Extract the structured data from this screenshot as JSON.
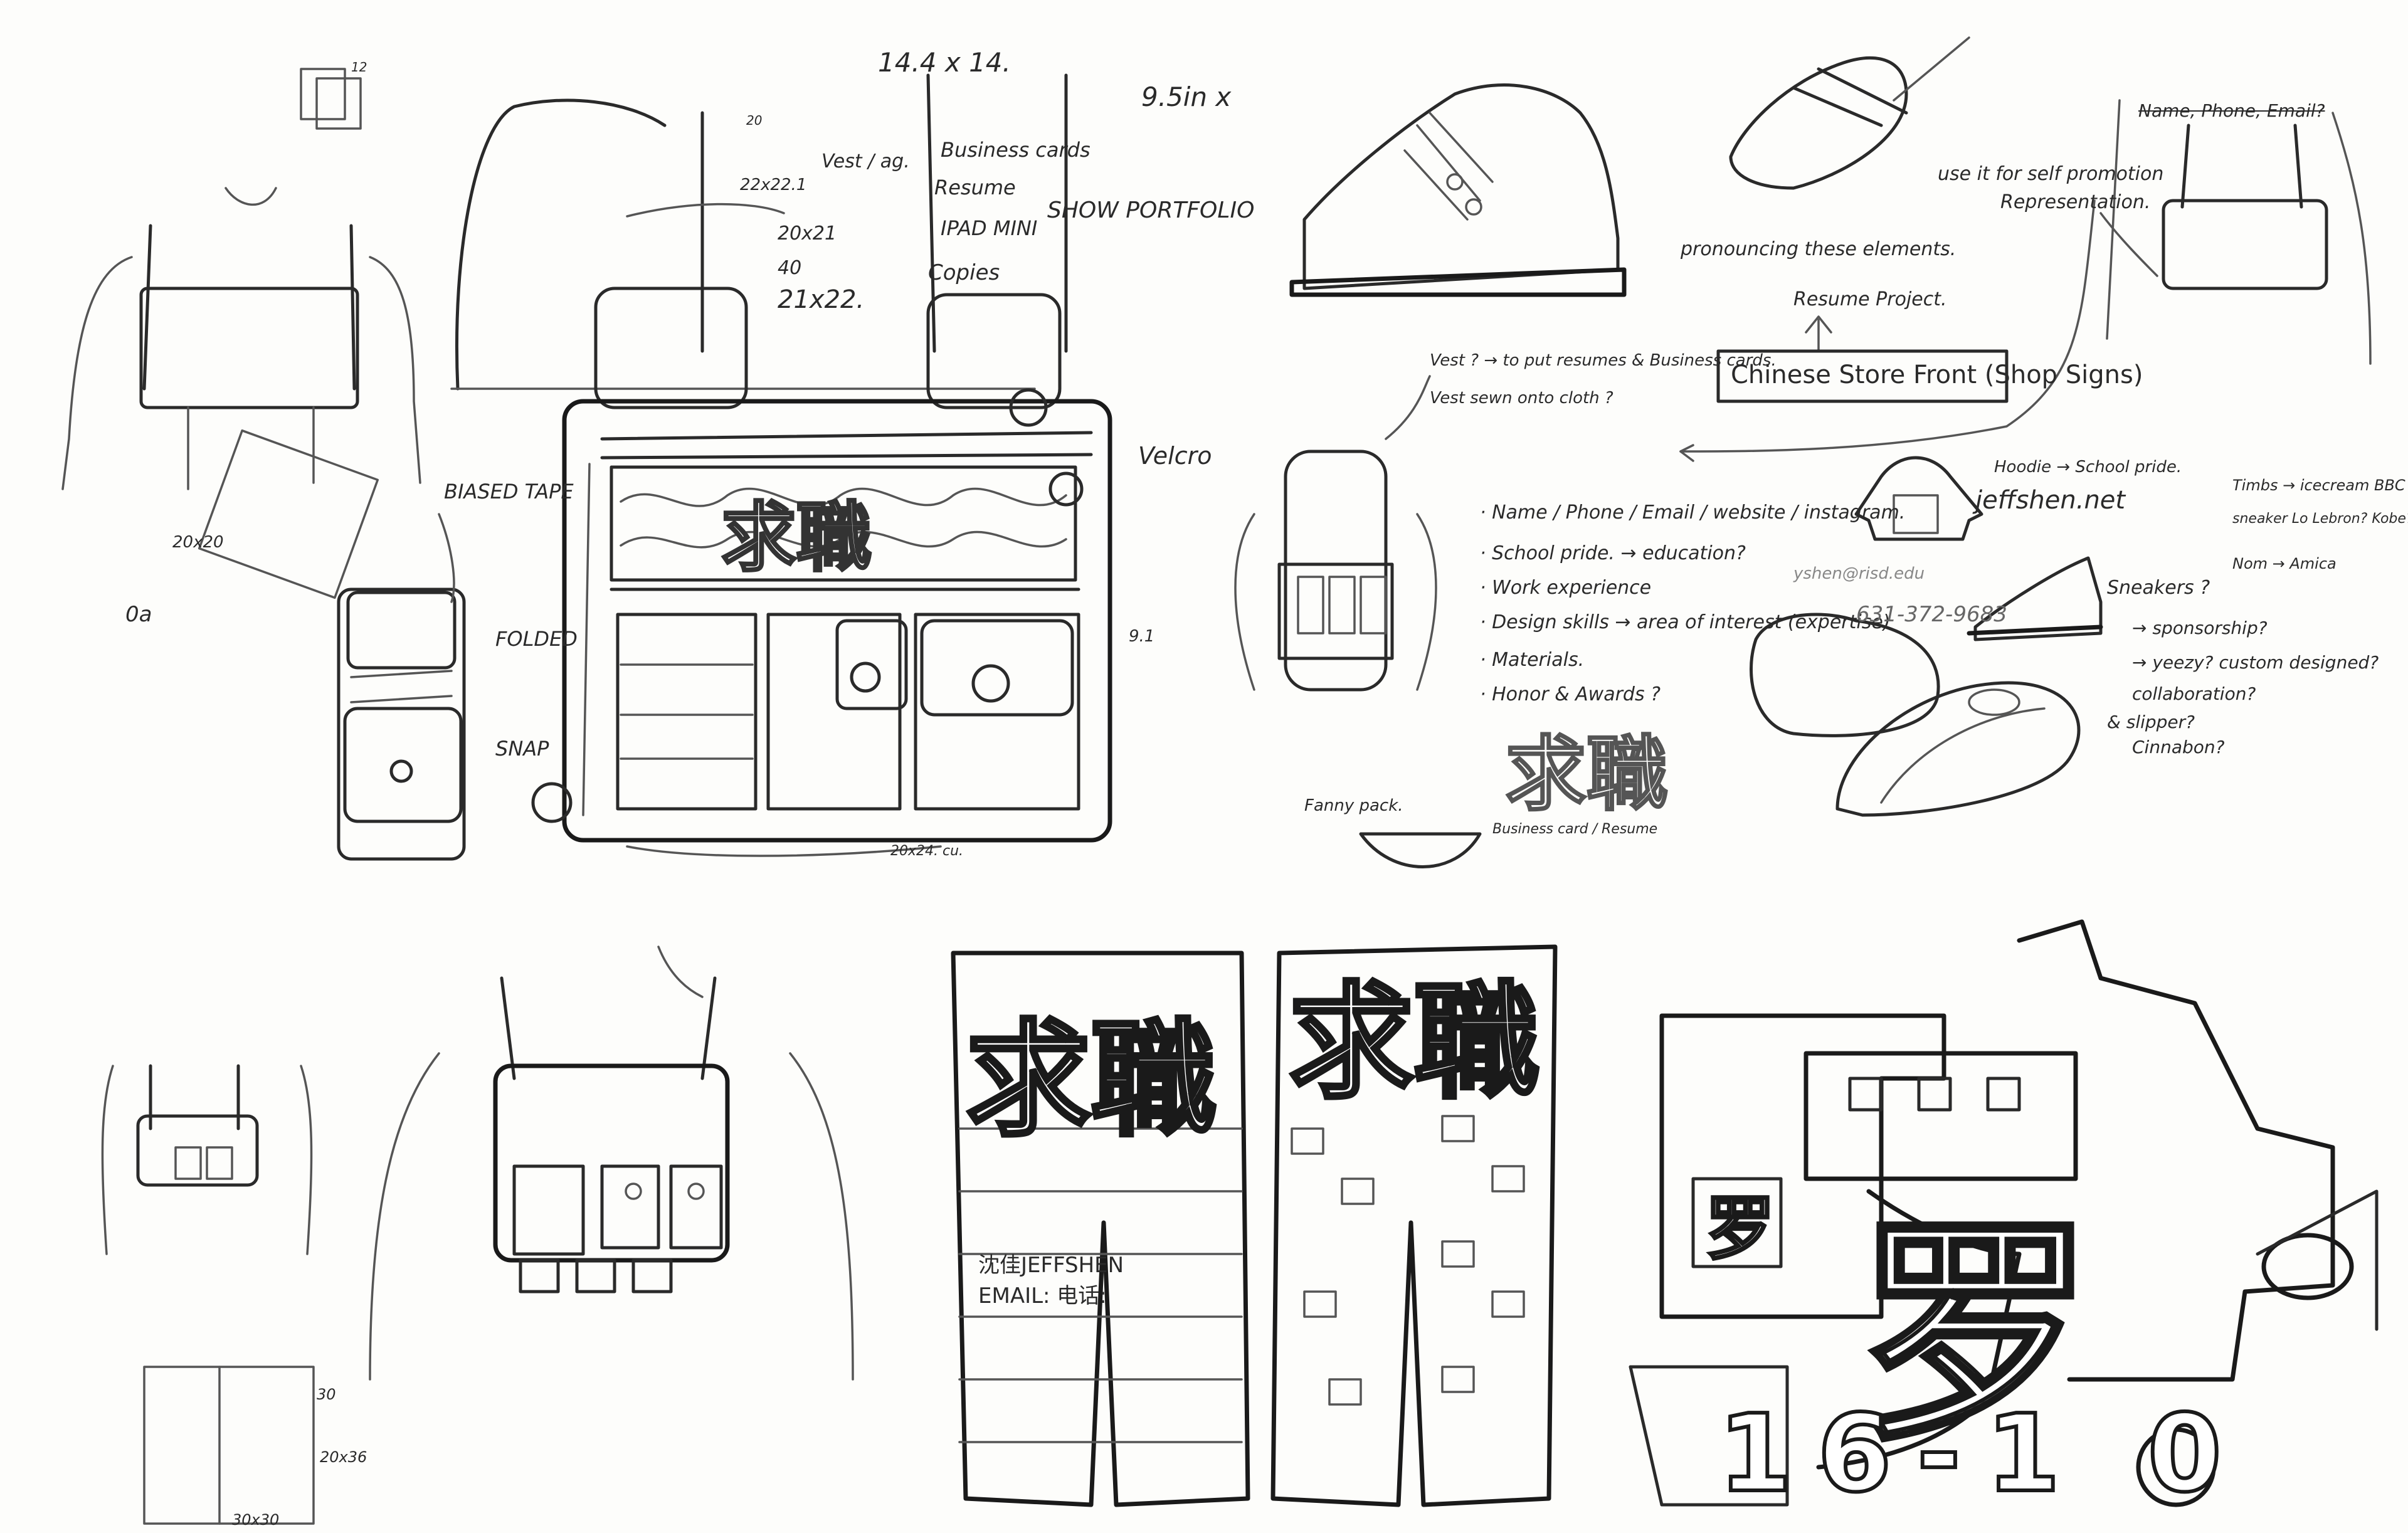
{
  "notes": {
    "measure_144": "14.4 x 14.",
    "measure_95": "9.5in x",
    "measure_2221": "22x22.1",
    "measure_2021": "20x21",
    "measure_40": "40",
    "measure_2122": "21x22.",
    "measure_2020": "20x20",
    "measure_0a": "0a",
    "measure_12": "12",
    "measure_20": "20",
    "vest_ag": "Vest / ag.",
    "business_cards": "Business cards",
    "resume": "Resume",
    "ipad_mini": "IPAD MINI",
    "show_portfolio": "SHOW PORTFOLIO",
    "copies": "Copies",
    "biased_tape": "BIASED TAPE",
    "folded": "FOLDED",
    "snap": "SNAP",
    "velcro": "Velcro",
    "measure_side": "9.1",
    "measure_bottom": "20x24. cu.",
    "measure_30": "30",
    "measure_2036": "20x36",
    "measure_b30": "30x30",
    "strike_top": "Name, Phone, Email?",
    "pronouncing": "pronouncing these elements.",
    "use_it": "use it for self promotion",
    "representation": "Representation.",
    "resume_project": "Resume Project.",
    "chinese_store_front": "Chinese Store Front (Shop Signs)",
    "vest_q": "Vest ? → to put resumes & Business cards.",
    "vest_sewn": "Vest sewn onto cloth ?",
    "hoodie": "Hoodie → School pride.",
    "jeff": "jeffshen.net",
    "list_1": "· Name / Phone / Email / website / instagram.",
    "list_2": "· School pride. → education?",
    "list_3": "· Work experience",
    "list_4": "· Design skills → area of interest (expertise)",
    "list_5": "· Materials.",
    "list_6": "· Honor & Awards ?",
    "email": "yshen@risd.edu",
    "phone": "631-372-9683",
    "sneakers": "Sneakers ?",
    "sponsorship": "→ sponsorship?",
    "yeezy": "→ yeezy? custom designed?",
    "collab": "collaboration?",
    "slippers": "& slipper?",
    "cinnabon": "Cinnabon?",
    "timbs": "Timbs → icecream BBC",
    "sneaker_laces": "sneaker Lo Lebron? Kobe?",
    "nom": "Nom → Amica",
    "fanny_pack": "Fanny pack.",
    "business_card_resume": "Business card / Resume",
    "qiu_zhi": "求職",
    "pants_text": "沈佳JEFFSHEN EMAIL: 电话:",
    "luo_char": "罗",
    "digits": "16-1 0"
  }
}
